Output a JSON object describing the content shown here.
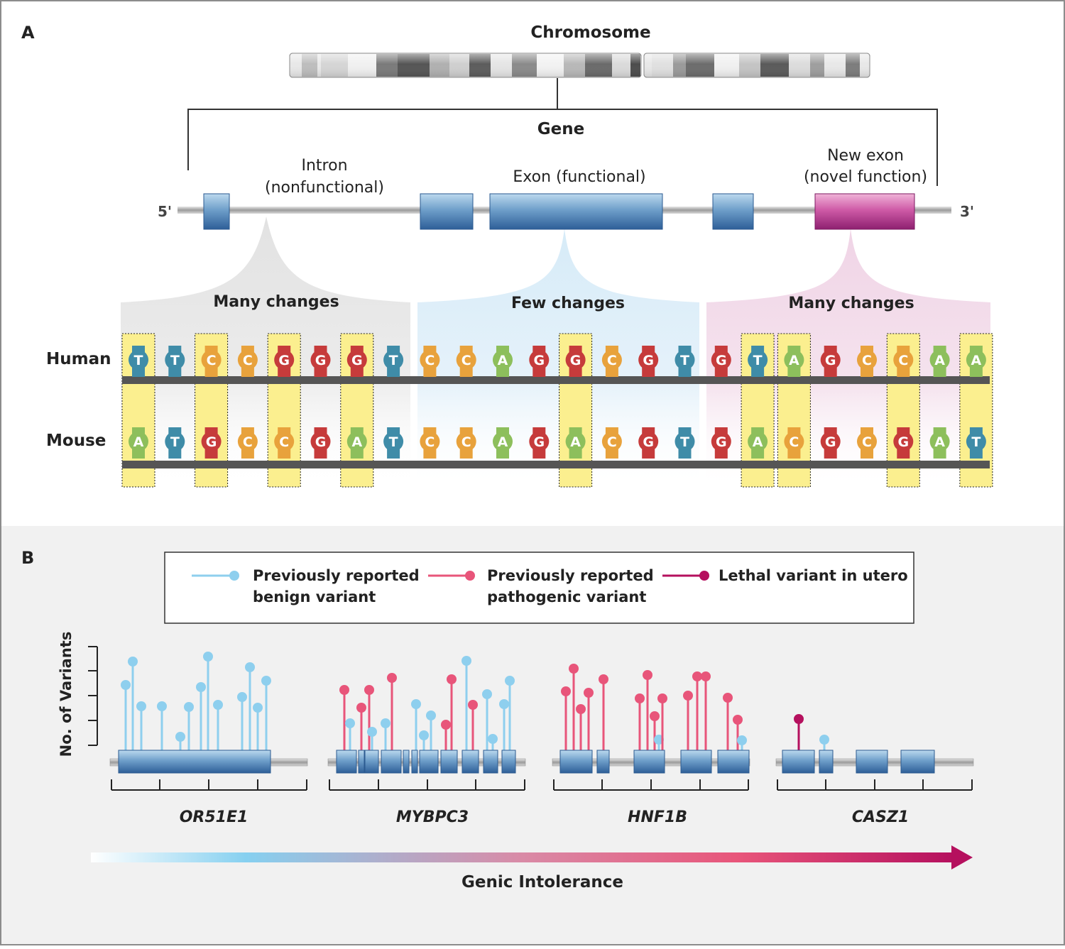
{
  "panel_a": {
    "label": "A",
    "chromosome_label": "Chromosome",
    "gene_label": "Gene",
    "five_prime": "5'",
    "three_prime": "3'",
    "intron_label_line1": "Intron",
    "intron_label_line2": "(nonfunctional)",
    "exon_label": "Exon (functional)",
    "new_exon_label_line1": "New exon",
    "new_exon_label_line2": "(novel function)",
    "region_labels": [
      "Many changes",
      "Few changes",
      "Many changes"
    ],
    "row_labels": {
      "human": "Human",
      "mouse": "Mouse"
    },
    "human_sequence": [
      "T",
      "T",
      "C",
      "C",
      "G",
      "G",
      "G",
      "T",
      "C",
      "C",
      "A",
      "G",
      "G",
      "C",
      "G",
      "T",
      "G",
      "T",
      "A",
      "G",
      "C",
      "C",
      "A",
      "A"
    ],
    "mouse_sequence": [
      "A",
      "T",
      "G",
      "C",
      "C",
      "G",
      "A",
      "T",
      "C",
      "C",
      "A",
      "G",
      "A",
      "C",
      "G",
      "T",
      "G",
      "A",
      "C",
      "G",
      "C",
      "G",
      "A",
      "T"
    ],
    "base_colors": {
      "A": "#8dbf5c",
      "C": "#e8a23c",
      "G": "#c63b3b",
      "T": "#3f8ca8"
    },
    "region_colors": {
      "intron": "#e5e5e5",
      "exon": "#dcedf8",
      "new_exon": "#f3dcea",
      "difference_highlight": "#fbef8f"
    }
  },
  "panel_b": {
    "label": "B",
    "legend": {
      "benign_line1": "Previously reported",
      "benign_line2": "benign variant",
      "pathogenic_line1": "Previously reported",
      "pathogenic_line2": "pathogenic variant",
      "lethal": "Lethal variant in utero"
    },
    "variant_colors": {
      "benign": "#8ecfee",
      "pathogenic": "#e8557a",
      "lethal": "#b5105e"
    },
    "y_axis_label": "No. of Variants",
    "genes": [
      "OR51E1",
      "MYBPC3",
      "HNF1B",
      "CASZ1"
    ],
    "arrow_label": "Genic Intolerance"
  }
}
